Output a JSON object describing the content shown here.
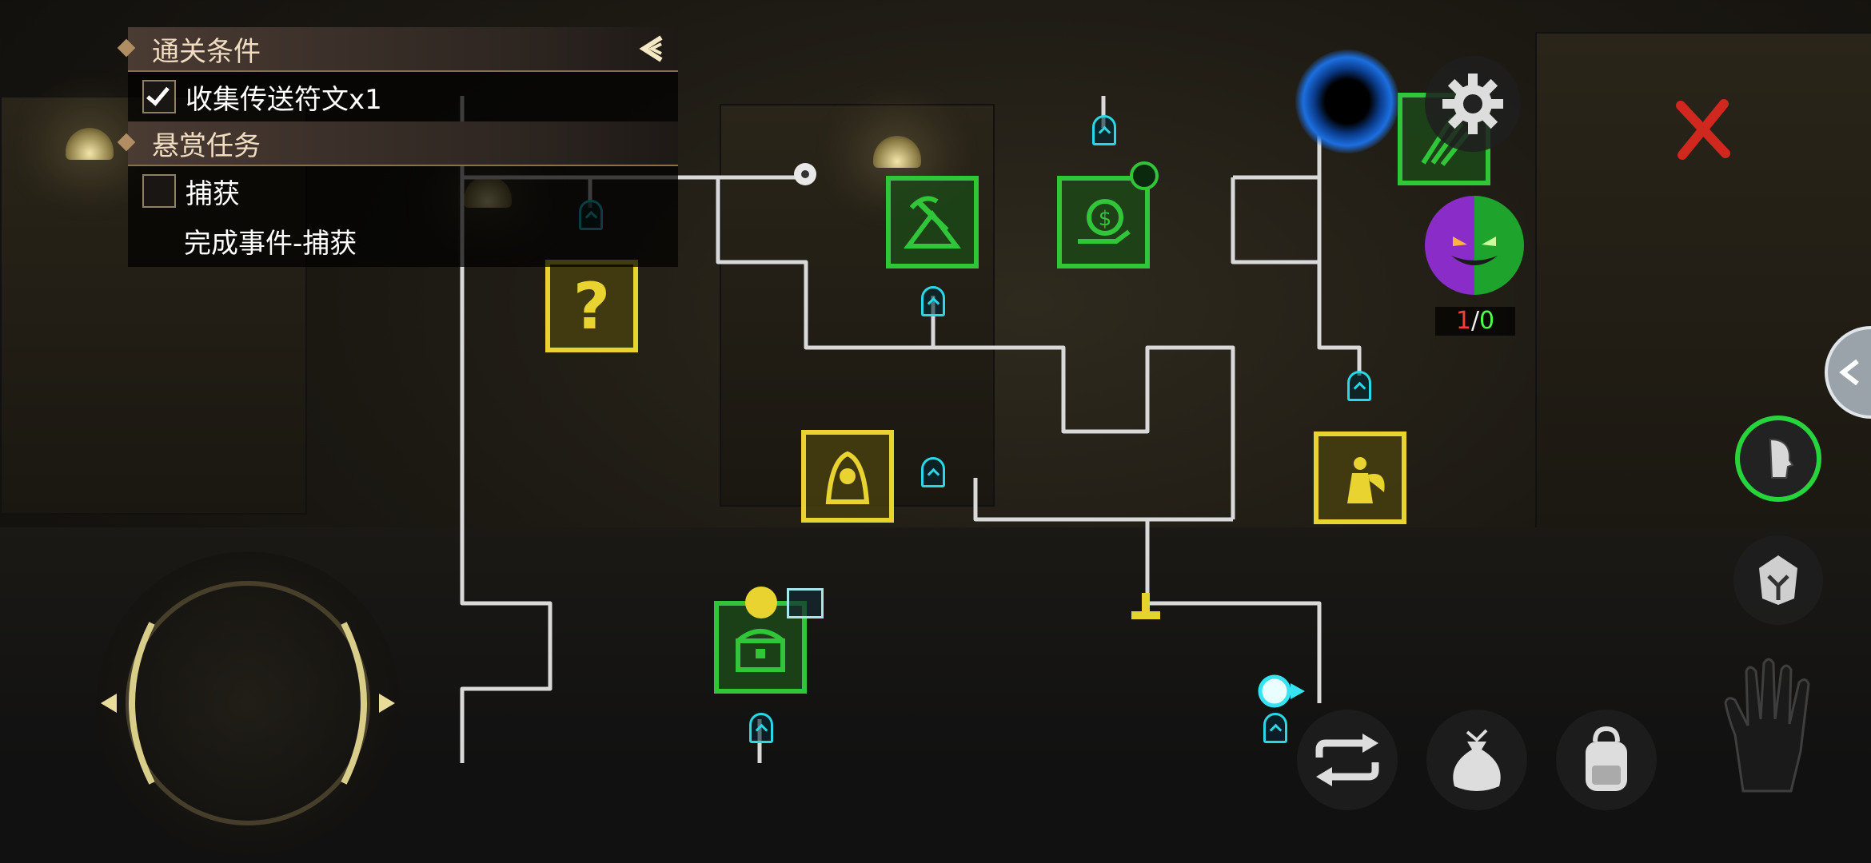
{
  "quest_panel": {
    "clear_conditions_title": "通关条件",
    "clear_conditions": [
      {
        "label": "收集传送符文x1",
        "checked": true
      }
    ],
    "bounty_title": "悬赏任务",
    "bounty_tasks": [
      {
        "label": "捕获",
        "checked": false,
        "detail": "完成事件-捕获"
      }
    ]
  },
  "counter": {
    "left": "1",
    "slash": "/",
    "right": "0"
  },
  "icons": {
    "collapse": "chevron-left-icon",
    "portal": "blue-vortex-portal-icon",
    "settings": "gear-icon",
    "close": "red-x-icon",
    "boss": "half-pumpkin-mask-icon",
    "swap": "swap-arrows-icon",
    "bag": "money-bag-icon",
    "backpack": "backpack-icon",
    "hand": "hand-interact-icon",
    "skill_1": "face-profile-skill-icon",
    "skill_2": "helmet-skill-icon",
    "side_tab": "chevron-left-tab-icon"
  },
  "colors": {
    "room_green": "#31c53a",
    "room_yellow": "#e9d330",
    "door_cyan": "#2ad7e6",
    "path": "#d9d9d9",
    "close_red": "#d0271f",
    "counter_red": "#ff3b3b",
    "counter_green": "#4cff4c"
  }
}
